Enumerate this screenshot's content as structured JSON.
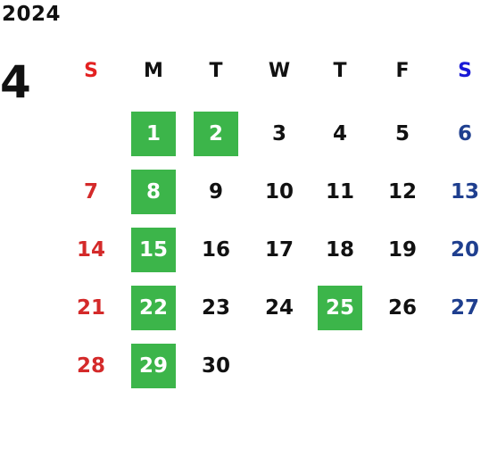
{
  "calendar": {
    "year": "2024",
    "month": "4",
    "weekdays": [
      "S",
      "M",
      "T",
      "W",
      "T",
      "F",
      "S"
    ],
    "weeks": [
      [
        "",
        "1",
        "2",
        "3",
        "4",
        "5",
        "6"
      ],
      [
        "7",
        "8",
        "9",
        "10",
        "11",
        "12",
        "13"
      ],
      [
        "14",
        "15",
        "16",
        "17",
        "18",
        "19",
        "20"
      ],
      [
        "21",
        "22",
        "23",
        "24",
        "25",
        "26",
        "27"
      ],
      [
        "28",
        "29",
        "30",
        "",
        "",
        "",
        ""
      ]
    ],
    "highlighted_days": [
      "1",
      "2",
      "8",
      "15",
      "22",
      "25",
      "29"
    ]
  },
  "colors": {
    "text": "#111111",
    "sunday_header": "#e32121",
    "saturday_header": "#1a1ad6",
    "sunday_day": "#d42a2a",
    "saturday_day": "#1f3f8f",
    "highlight_fill": "#3cb54a",
    "highlight_text": "#ffffff"
  }
}
